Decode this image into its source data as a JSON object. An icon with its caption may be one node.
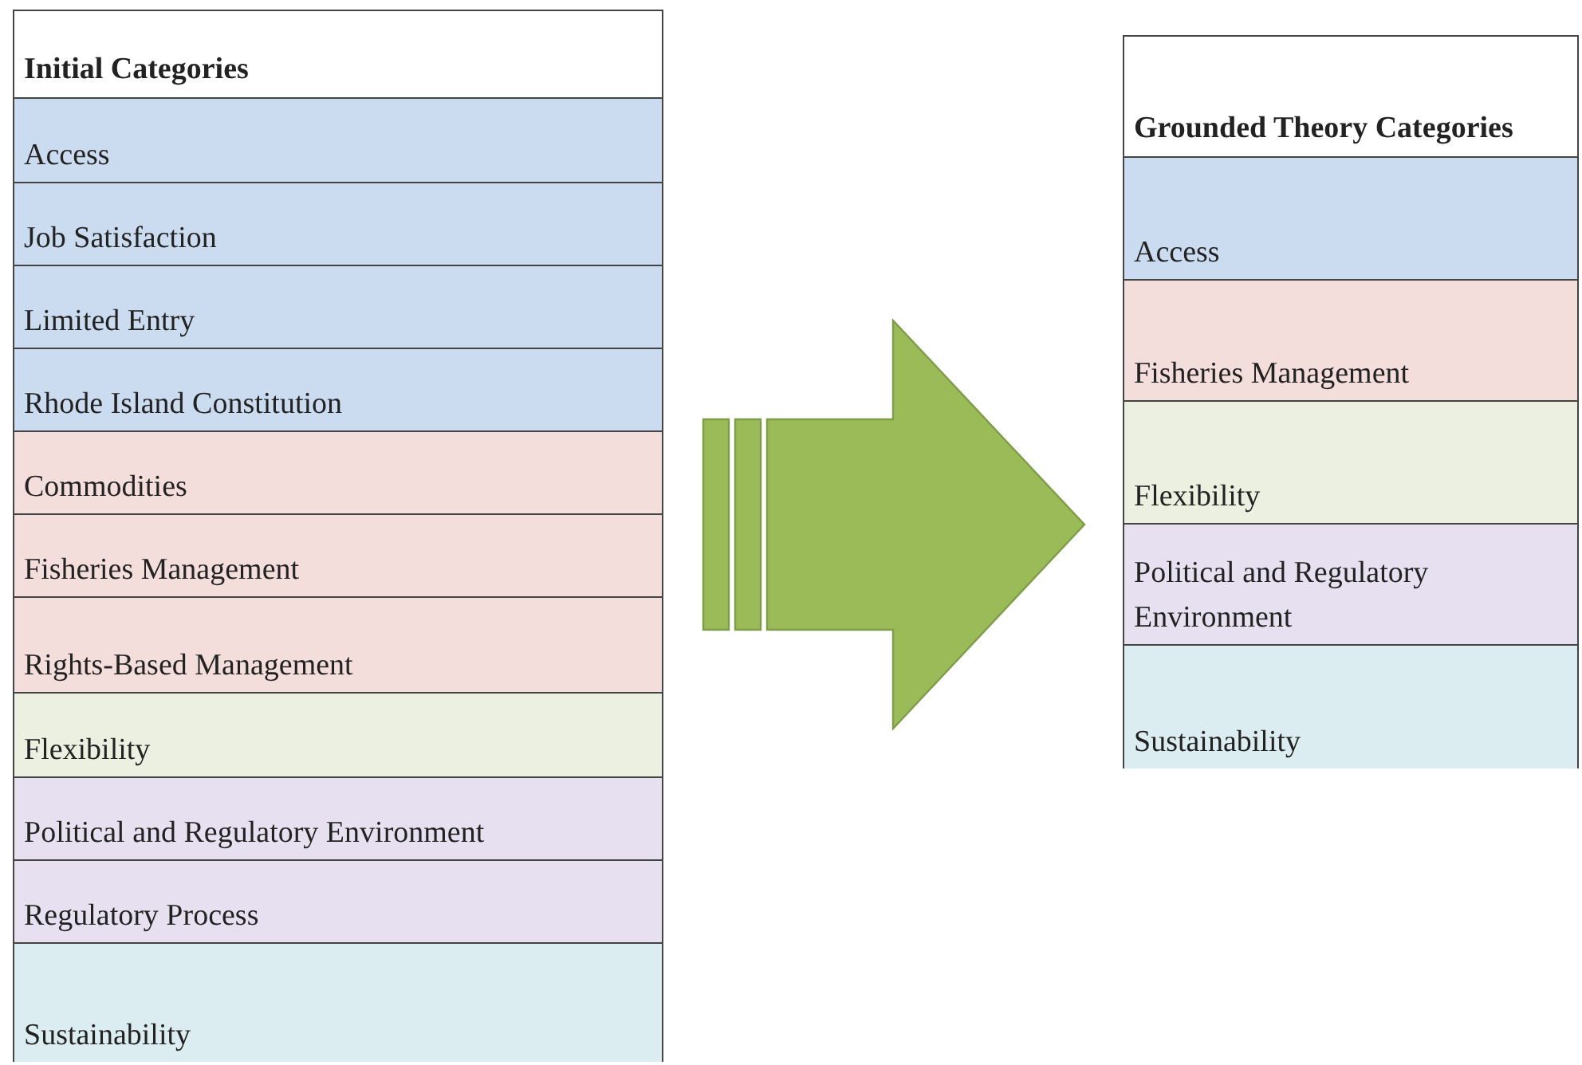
{
  "diagram": {
    "nodes": [
      {
        "text": [
          "Initial Categories"
        ]
      },
      {
        "text": [
          "Access"
        ],
        "in": 0
      },
      {
        "text": [
          "Job Satisfaction"
        ],
        "in": 0
      },
      {
        "text": [
          "Limited Entry"
        ],
        "in": 0
      },
      {
        "text": [
          "Rhode Island Constitution"
        ],
        "in": 0
      },
      {
        "text": [
          "Commodities"
        ],
        "in": 0
      },
      {
        "text": [
          "Fisheries Management"
        ],
        "in": 0
      },
      {
        "text": [
          "Rights-Based Management"
        ],
        "in": 0
      },
      {
        "text": [
          "Flexibility"
        ],
        "in": 0
      },
      {
        "text": [
          "Political and Regulatory Environment"
        ],
        "in": 0
      },
      {
        "text": [
          "Regulatory Process"
        ],
        "in": 0
      },
      {
        "text": [
          "Sustainability"
        ],
        "in": 0
      },
      {
        "text": [
          "Grounded Theory Categories"
        ]
      },
      {
        "text": [
          "Access"
        ],
        "in": 12
      },
      {
        "text": [
          "Fisheries Management"
        ],
        "in": 12
      },
      {
        "text": [
          "Flexibility"
        ],
        "in": 12
      },
      {
        "text": [
          "Political and Regulatory Environment"
        ],
        "in": 12
      },
      {
        "text": [
          "Sustainability"
        ],
        "in": 12
      }
    ],
    "edges": [
      {
        "from": 0,
        "to": 12,
        "arrow": "to"
      }
    ]
  }
}
